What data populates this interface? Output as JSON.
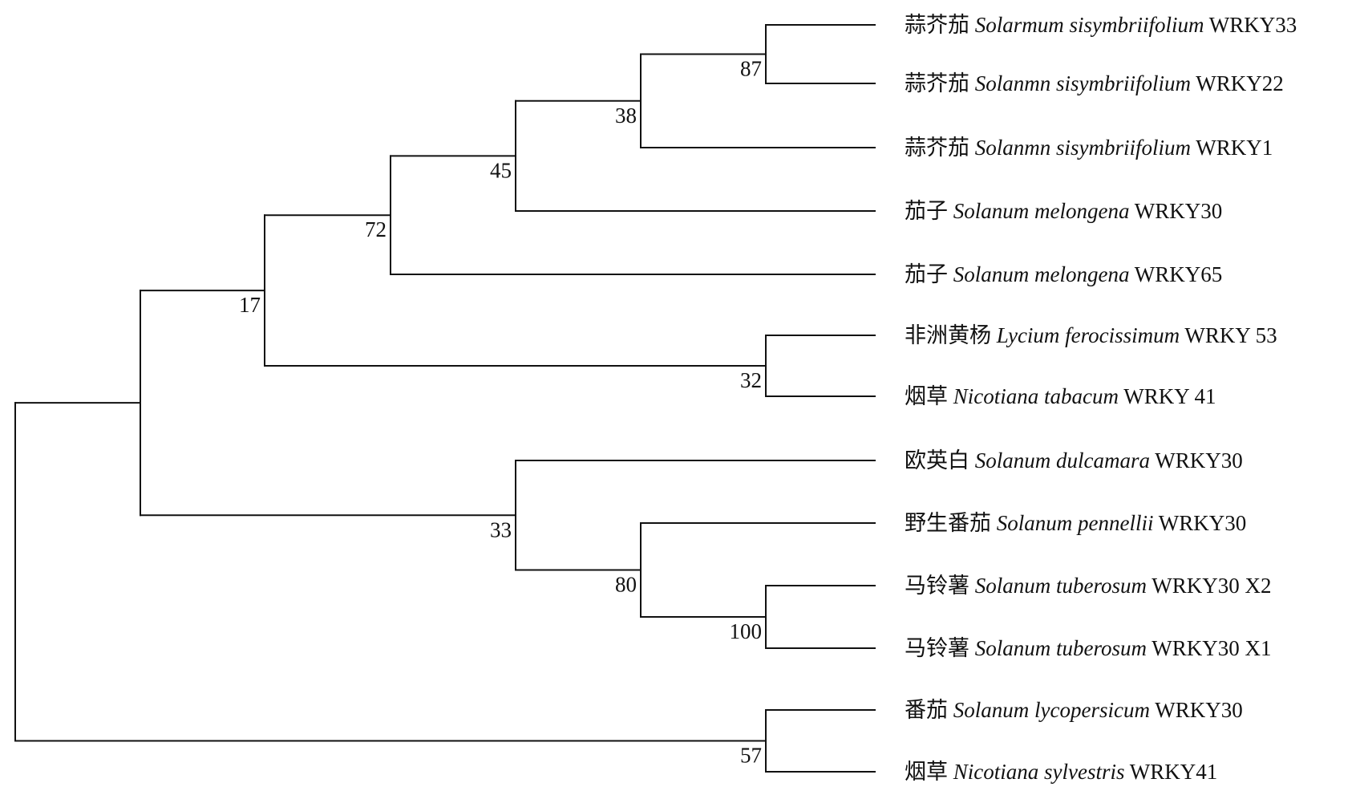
{
  "tree": {
    "line_color": "#111111",
    "leaves": [
      {
        "id": "L1",
        "cn": "蒜芥茄",
        "species": "Solarmum sisymbriifolium",
        "gene": "WRKY33"
      },
      {
        "id": "L2",
        "cn": "蒜芥茄",
        "species": "Solanmn sisymbriifolium",
        "gene": "WRKY22"
      },
      {
        "id": "L3",
        "cn": "蒜芥茄",
        "species": "Solanmn sisymbriifolium",
        "gene": "WRKY1"
      },
      {
        "id": "L4",
        "cn": "茄子",
        "species": "Solanum melongena",
        "gene": "WRKY30"
      },
      {
        "id": "L5",
        "cn": "茄子",
        "species": "Solanum melongena",
        "gene": "WRKY65"
      },
      {
        "id": "L6",
        "cn": "非洲黄杨",
        "species": "Lycium ferocissimum",
        "gene": "WRKY 53"
      },
      {
        "id": "L7",
        "cn": "烟草",
        "species": "Nicotiana tabacum",
        "gene": "WRKY 41"
      },
      {
        "id": "L8",
        "cn": "欧英白",
        "species": "Solanum dulcamara",
        "gene": "WRKY30"
      },
      {
        "id": "L9",
        "cn": "野生番茄",
        "species": "Solanum pennellii",
        "gene": "WRKY30"
      },
      {
        "id": "L10",
        "cn": "马铃薯",
        "species": "Solanum tuberosum",
        "gene": "WRKY30 X2"
      },
      {
        "id": "L11",
        "cn": "马铃薯",
        "species": "Solanum tuberosum",
        "gene": "WRKY30 X1"
      },
      {
        "id": "L12",
        "cn": "番茄",
        "species": "Solanum lycopersicum",
        "gene": "WRKY30"
      },
      {
        "id": "L13",
        "cn": "烟草",
        "species": "Nicotiana sylvestris",
        "gene": "WRKY41"
      }
    ],
    "nodes": [
      {
        "id": "N87",
        "support": "87",
        "children": [
          "L1",
          "L2"
        ]
      },
      {
        "id": "N38",
        "support": "38",
        "children": [
          "N87",
          "L3"
        ]
      },
      {
        "id": "N45",
        "support": "45",
        "children": [
          "N38",
          "L4"
        ]
      },
      {
        "id": "N72",
        "support": "72",
        "children": [
          "N45",
          "L5"
        ]
      },
      {
        "id": "N32",
        "support": "32",
        "children": [
          "L6",
          "L7"
        ]
      },
      {
        "id": "N17",
        "support": "17",
        "children": [
          "N72",
          "N32"
        ]
      },
      {
        "id": "N100",
        "support": "100",
        "children": [
          "L10",
          "L11"
        ]
      },
      {
        "id": "N80",
        "support": "80",
        "children": [
          "L9",
          "N100"
        ]
      },
      {
        "id": "N33",
        "support": "33",
        "children": [
          "L8",
          "N80"
        ]
      },
      {
        "id": "NA",
        "support": "",
        "children": [
          "N17",
          "N33"
        ]
      },
      {
        "id": "N57",
        "support": "57",
        "children": [
          "L12",
          "L13"
        ]
      },
      {
        "id": "ROOT",
        "support": "",
        "children": [
          "NA",
          "N57"
        ]
      }
    ]
  }
}
